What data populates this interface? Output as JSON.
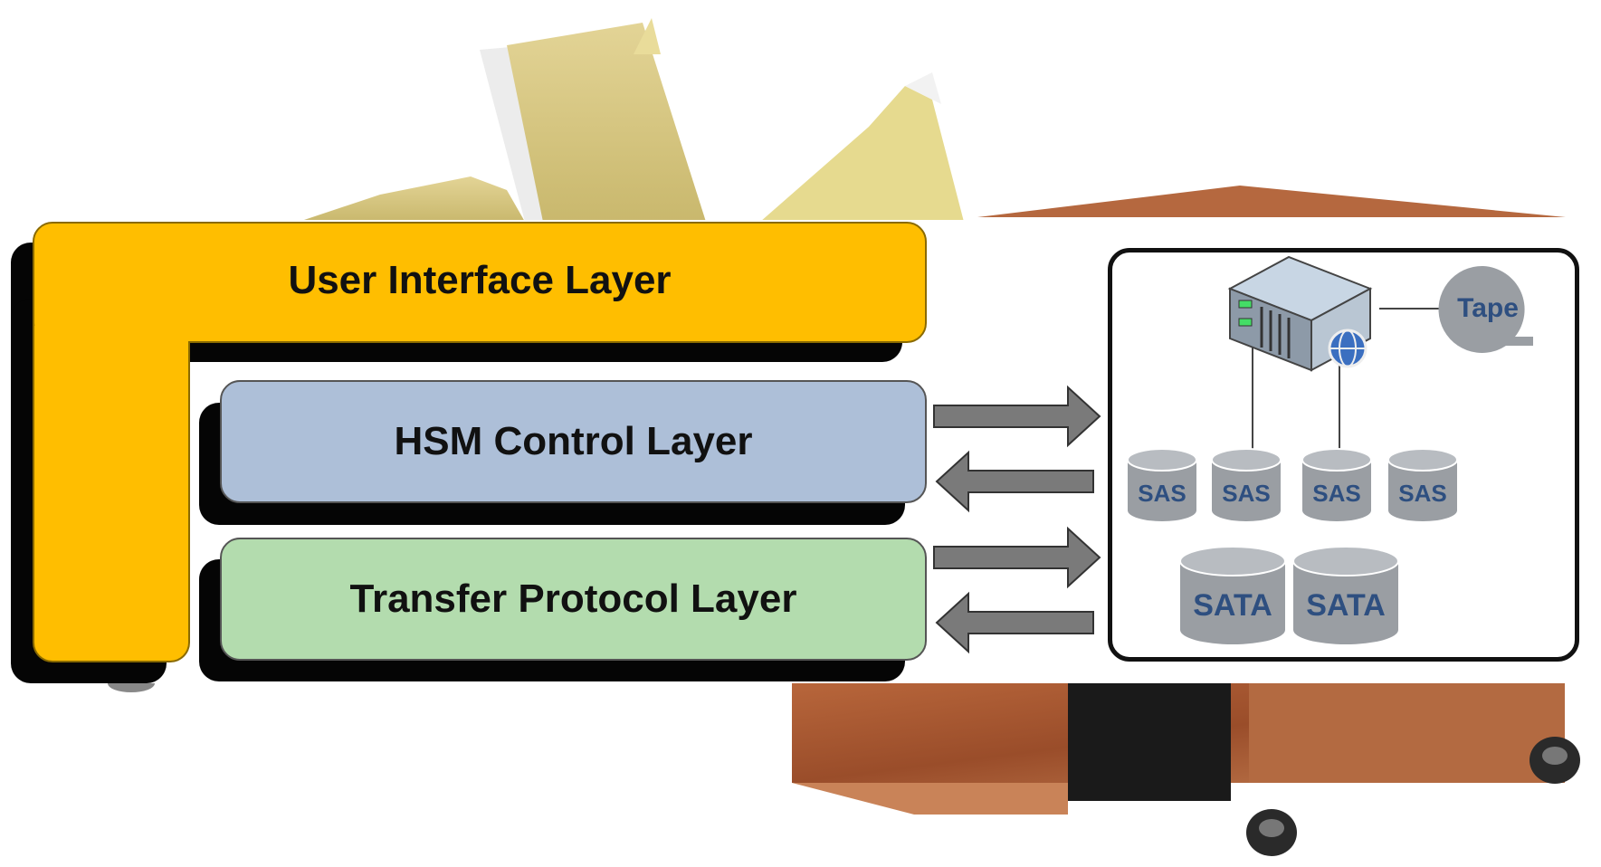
{
  "layers": {
    "user_interface": "User Interface Layer",
    "hsm_control": "HSM Control Layer",
    "transfer_protocol": "Transfer Protocol Layer"
  },
  "storage": {
    "tape_label": "Tape",
    "sas_disks": [
      "SAS",
      "SAS",
      "SAS",
      "SAS"
    ],
    "sata_disks": [
      "SATA",
      "SATA"
    ]
  },
  "colors": {
    "user_interface": "#ffbe00",
    "hsm_control": "#adbfd8",
    "transfer_protocol": "#b3dcae",
    "disk": "#9a9ea3",
    "disk_label": "#2e4f80",
    "arrow": "#7a7a7a"
  },
  "icons": {
    "server": "server-icon",
    "globe": "globe-icon",
    "tape": "tape-icon",
    "disk": "disk-icon",
    "arrow_right": "arrow-right-icon",
    "arrow_left": "arrow-left-icon"
  }
}
